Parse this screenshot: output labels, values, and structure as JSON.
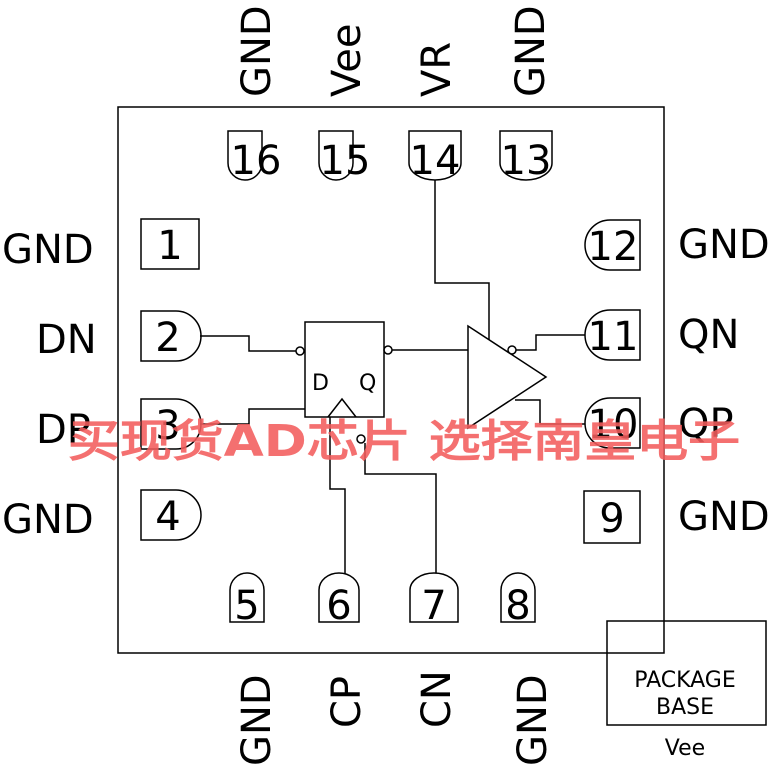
{
  "pins": {
    "p1": {
      "num": "1",
      "name": "GND"
    },
    "p2": {
      "num": "2",
      "name": "DN"
    },
    "p3": {
      "num": "3",
      "name": "DP"
    },
    "p4": {
      "num": "4",
      "name": "GND"
    },
    "p5": {
      "num": "5",
      "name": "GND"
    },
    "p6": {
      "num": "6",
      "name": "CP"
    },
    "p7": {
      "num": "7",
      "name": "CN"
    },
    "p8": {
      "num": "8",
      "name": "GND"
    },
    "p9": {
      "num": "9",
      "name": "GND"
    },
    "p10": {
      "num": "10",
      "name": "QP"
    },
    "p11": {
      "num": "11",
      "name": "QN"
    },
    "p12": {
      "num": "12",
      "name": "GND"
    },
    "p13": {
      "num": "13",
      "name": "GND"
    },
    "p14": {
      "num": "14",
      "name": "VR"
    },
    "p15": {
      "num": "15",
      "name": "Vee"
    },
    "p16": {
      "num": "16",
      "name": "GND"
    }
  },
  "flipflop": {
    "d_label": "D",
    "q_label": "Q"
  },
  "package_base": {
    "line1": "PACKAGE",
    "line2": "BASE",
    "net": "Vee"
  },
  "watermark": "买现货AD芯片 选择南皇电子"
}
